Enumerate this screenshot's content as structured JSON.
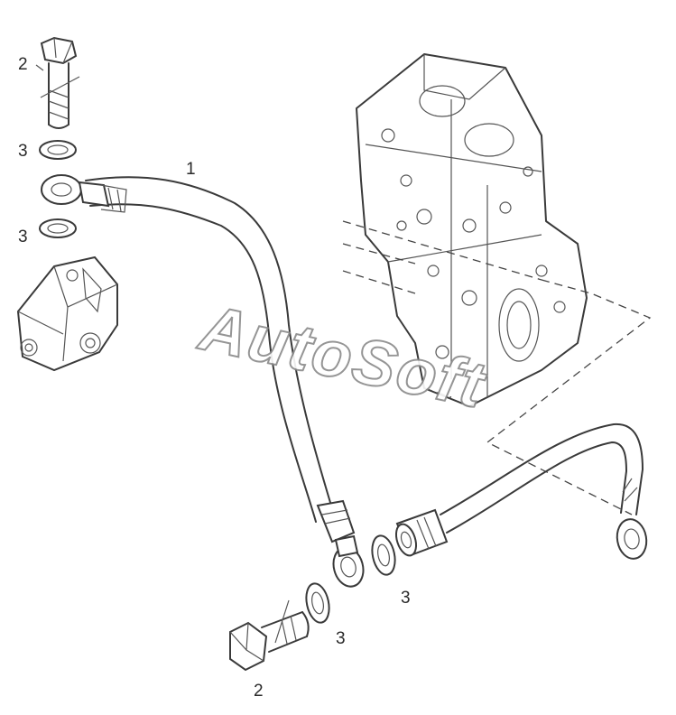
{
  "callouts": {
    "hose": "1",
    "bolt_top": "2",
    "washer_top_upper": "3",
    "washer_top_lower": "3",
    "washer_bottom_right": "3",
    "washer_bottom_mid": "3",
    "bolt_bottom": "2"
  },
  "watermark": "AutoSoft",
  "colors": {
    "line": "#3a3a3a",
    "background": "#ffffff",
    "watermark_outline": "#8a8a8a"
  }
}
